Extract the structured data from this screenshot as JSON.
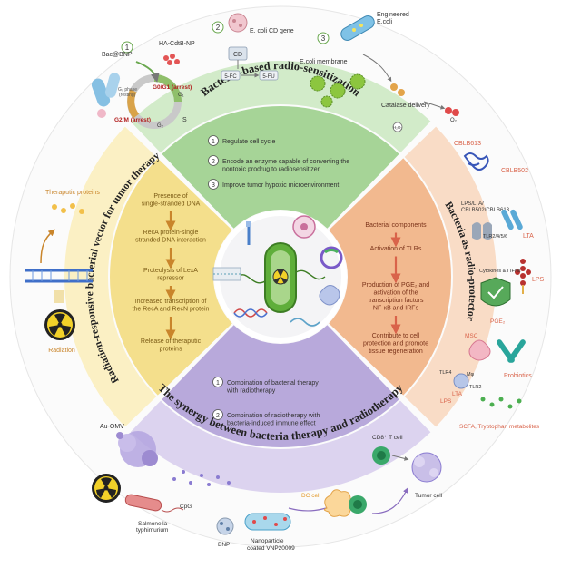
{
  "sections": {
    "top": {
      "title": "Bacteria-based radio-sensitization",
      "items": [
        {
          "num": "1",
          "text": [
            "Regulate cell cycle"
          ]
        },
        {
          "num": "2",
          "text": [
            "Encode an enzyme capable of converting the",
            "nontoxic prodrug to radiosensitizer"
          ]
        },
        {
          "num": "3",
          "text": [
            "Improve tumor hypoxic microenvironment"
          ]
        }
      ]
    },
    "left": {
      "title": "Radiation-responsive bacterial vector for tumor therapy",
      "steps": [
        [
          "Presence of",
          "single-stranded DNA"
        ],
        [
          "RecA protein-single",
          "stranded DNA interaction"
        ],
        [
          "Proteolysis of LexA",
          "repressor"
        ],
        [
          "Increased transcription of",
          "the RecA and RecN protein"
        ],
        [
          "Release of theraputic",
          "proteins"
        ]
      ]
    },
    "right": {
      "title": "Bacteria as radio-protector",
      "steps": [
        [
          "Bacterial components"
        ],
        [
          "Activation of TLRs"
        ],
        [
          "Production of PGE₂ and",
          "activation of the",
          "transcription factors",
          "NF-κB and IRFs"
        ],
        [
          "Contribute to cell",
          "protection and promote",
          "tissue regeneration"
        ]
      ]
    },
    "bottom": {
      "title": "The synergy between bacteria therapy and radiotherapy",
      "items": [
        {
          "num": "1",
          "text": [
            "Combination of bacterial therapy",
            "with radiotherapy"
          ]
        },
        {
          "num": "2",
          "text": [
            "Combination of radiotherapy with",
            "bacteria-induced immune effect"
          ]
        }
      ]
    }
  },
  "outer_labels": {
    "top_left": {
      "num": "1",
      "bac_bnp": "Bac@BNP",
      "ha_cdtb": "HA-CdtB-NP",
      "g0g1": "G0/G1 (arrest)",
      "g2m": "G2/M (arrest)",
      "g1": "G₁",
      "g2": "G₂",
      "s": "S",
      "g0": "G₀ phase",
      "g0_sub": "(resting)"
    },
    "top_center": {
      "num": "2",
      "gene": "E. coli CD gene",
      "cd": "CD",
      "fc": "5-FC",
      "fu": "5-FU"
    },
    "top_right": {
      "num": "3",
      "engineered": [
        "Engineered",
        "E.coli"
      ],
      "membrane": "E.coli membrane",
      "catalase": "Catalase delivery",
      "h2o2": "H₂O₂",
      "o2": "O₂"
    },
    "left": {
      "proteins": "Theraputic proteins",
      "radiation": "Radiation"
    },
    "right": {
      "cblb613": "CBLB613",
      "cblb502": "CBLB502",
      "lps_group": [
        "LPS/LTA/",
        "CBLB502/CBLB613"
      ],
      "lta": "LTA",
      "tlr": "TLR2/4/5/6",
      "lps": "LPS",
      "cytokines": "Cytokines & I IFNs",
      "pge": "PGE₂",
      "msc": "MSC",
      "probiotics": "Probiotics",
      "tlr4": "TLR4",
      "tlr2": "TLR2",
      "mφ": "Mφ",
      "lps2": "LPS",
      "lta2": "LTA",
      "scfa": "SCFA, Tryptophan metabolites"
    },
    "bottom": {
      "au_omv": "Au-OMV",
      "salmonella": [
        "Salmonella",
        "typhimurium"
      ],
      "cpg": "CpG",
      "bnp": "BNP",
      "nano": [
        "Nanoparticle",
        "coated VNP20009"
      ],
      "dc": "DC cell",
      "cd8": "CD8⁺ T cell",
      "tumor": "Tumor cell"
    }
  },
  "colors": {
    "top": "#a6d497",
    "top_light": "#d2ebc9",
    "left": "#f4df8c",
    "left_light": "#fbf0c4",
    "right": "#f2b98f",
    "right_light": "#f9dcc6",
    "bottom": "#b8a9db",
    "bottom_light": "#dcd3ef",
    "arrow_left": "#c9852b",
    "arrow_right": "#d9634a",
    "text_dark": "#333333"
  }
}
